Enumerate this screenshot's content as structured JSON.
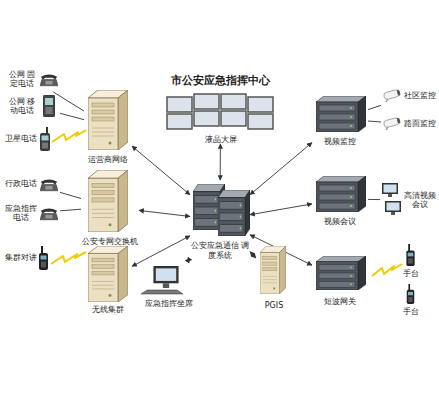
{
  "diagram": {
    "title": "市公安应急指挥中心",
    "nodes": [
      {
        "text": [
          "公网 固定电话"
        ]
      },
      {
        "text": [
          "公网 移动电话"
        ]
      },
      {
        "text": [
          "卫星电话"
        ]
      },
      {
        "text": [
          "运营商网络"
        ]
      },
      {
        "text": [
          "液晶大屏"
        ]
      },
      {
        "text": [
          "视频监控"
        ]
      },
      {
        "text": [
          "社区监控"
        ]
      },
      {
        "text": [
          "路面监控"
        ]
      },
      {
        "text": [
          "行政电话"
        ]
      },
      {
        "text": [
          "应急指挥 电话"
        ]
      },
      {
        "text": [
          "公安专网交换机"
        ]
      },
      {
        "text": [
          "公安应急通信 调度系统"
        ]
      },
      {
        "text": [
          "视频会议"
        ]
      },
      {
        "text": [
          "高清视频 会议"
        ]
      },
      {
        "text": [
          "集群对讲"
        ]
      },
      {
        "text": [
          "无线集群"
        ]
      },
      {
        "text": [
          "应急指挥坐席"
        ]
      },
      {
        "text": [
          "PGIS"
        ]
      },
      {
        "text": [
          "短波网关"
        ]
      },
      {
        "text": [
          "手台"
        ]
      },
      {
        "text": [
          "手台"
        ]
      }
    ],
    "edges": [
      {
        "from": 11,
        "to": 3,
        "arrow": "both"
      },
      {
        "from": 11,
        "to": 10,
        "arrow": "both"
      },
      {
        "from": 11,
        "to": 15,
        "arrow": "both"
      },
      {
        "from": 11,
        "to": 4,
        "arrow": "both"
      },
      {
        "from": 11,
        "to": 5,
        "arrow": "both"
      },
      {
        "from": 11,
        "to": 12,
        "arrow": "both"
      },
      {
        "from": 11,
        "to": 18,
        "arrow": "both"
      },
      {
        "from": 11,
        "to": 17,
        "arrow": "both"
      },
      {
        "from": 11,
        "to": 16,
        "arrow": "both"
      },
      {
        "from": 0,
        "to": 3,
        "arrow": "none"
      },
      {
        "from": 1,
        "to": 3,
        "arrow": "none"
      },
      {
        "from": 8,
        "to": 10,
        "arrow": "none"
      },
      {
        "from": 9,
        "to": 10,
        "arrow": "none"
      },
      {
        "from": 5,
        "to": 6,
        "arrow": "none"
      },
      {
        "from": 5,
        "to": 7,
        "arrow": "none"
      },
      {
        "from": 12,
        "to": 13,
        "arrow": "none"
      }
    ]
  }
}
